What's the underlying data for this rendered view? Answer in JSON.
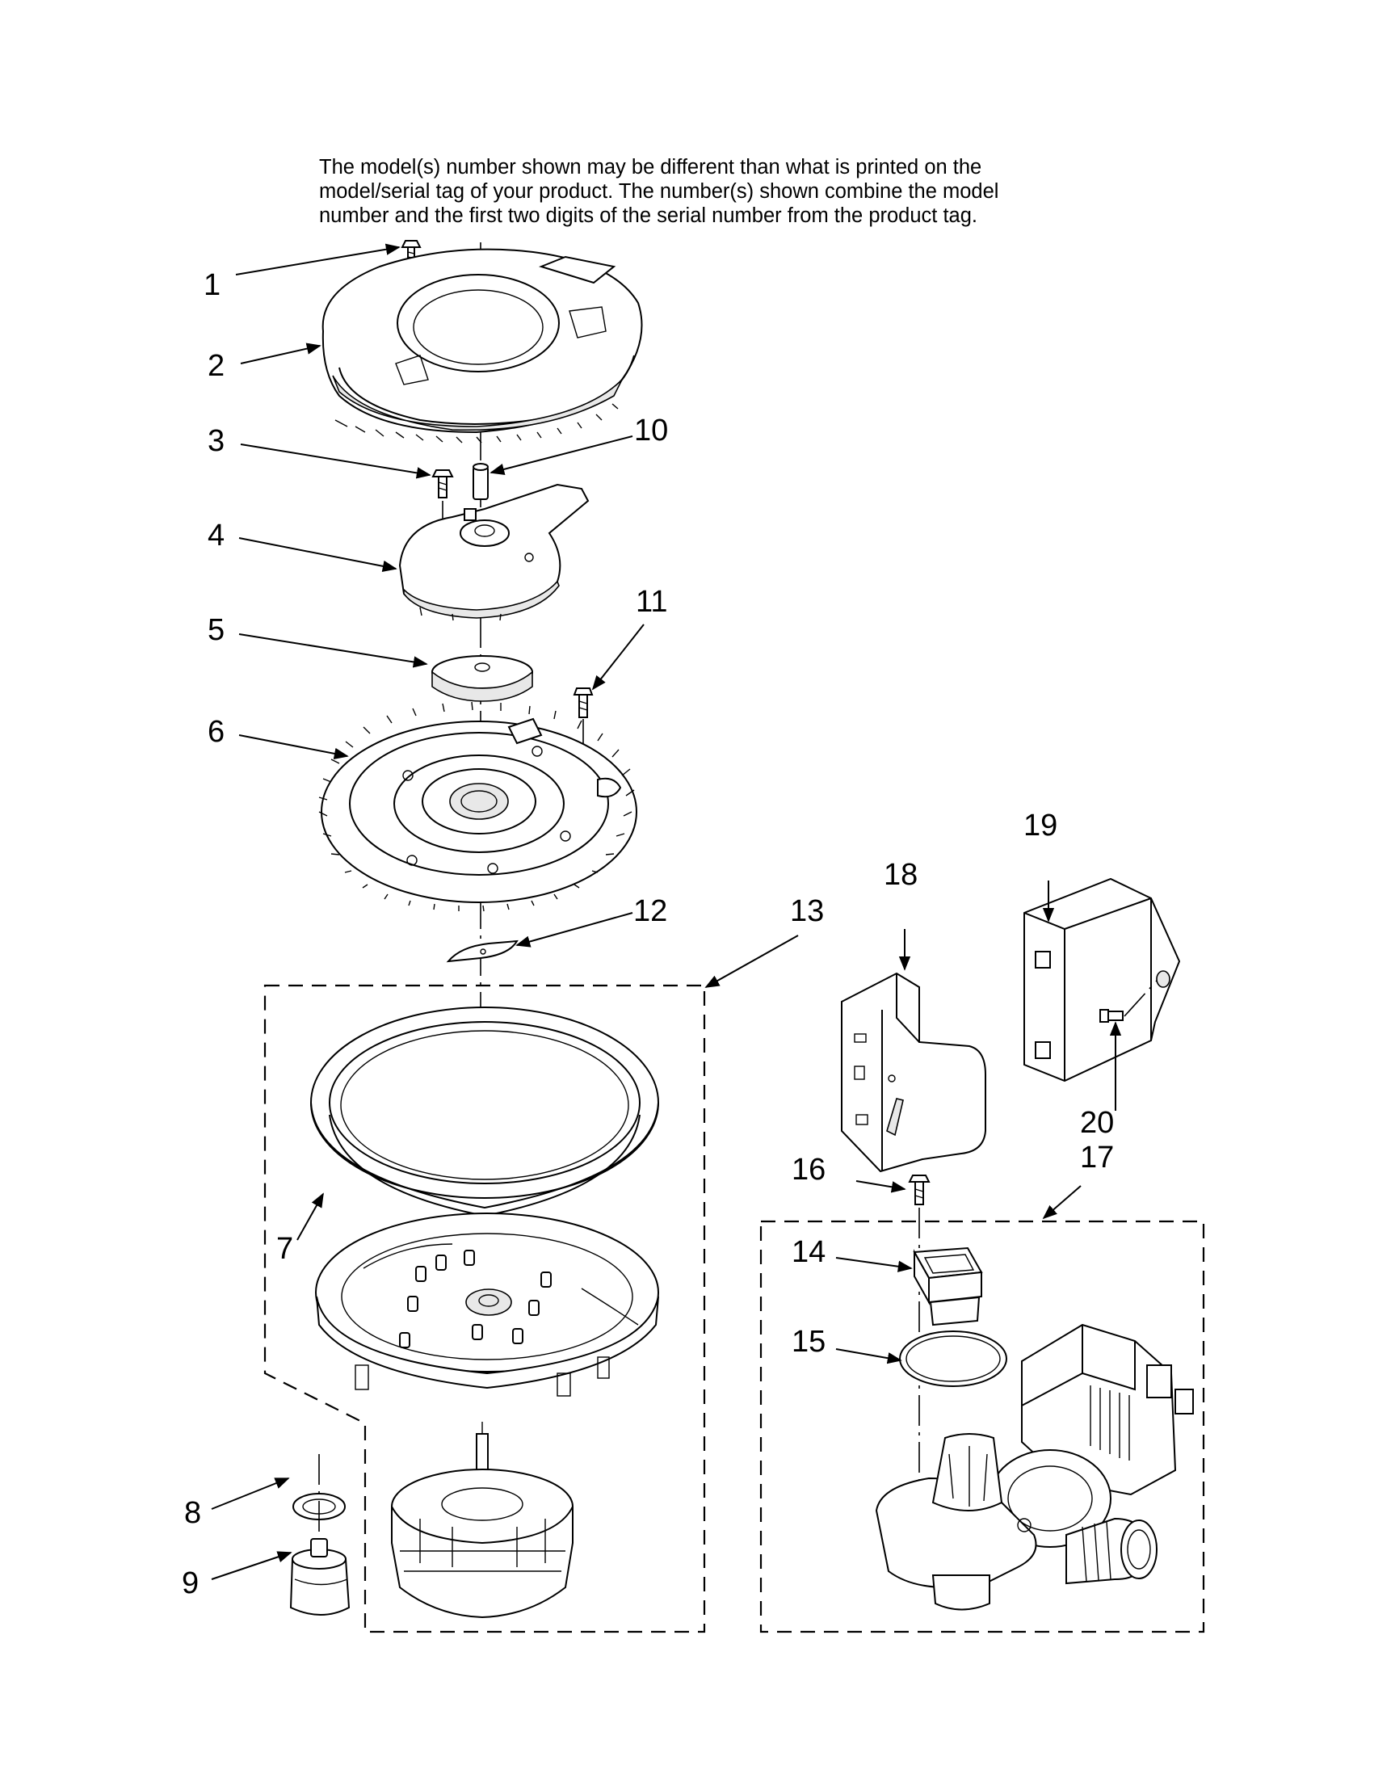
{
  "notice": {
    "line1": "The model(s) number shown may be different than what is printed on the",
    "line2": "model/serial tag of your product. The number(s) shown combine the model",
    "line3": "number and the first two digits of the serial number from the product tag."
  },
  "callouts": {
    "c1": "1",
    "c2": "2",
    "c3": "3",
    "c4": "4",
    "c5": "5",
    "c6": "6",
    "c7": "7",
    "c8": "8",
    "c9": "9",
    "c10": "10",
    "c11": "11",
    "c12": "12",
    "c13": "13",
    "c14": "14",
    "c15": "15",
    "c16": "16",
    "c17": "17",
    "c18": "18",
    "c19": "19",
    "c20": "20"
  }
}
